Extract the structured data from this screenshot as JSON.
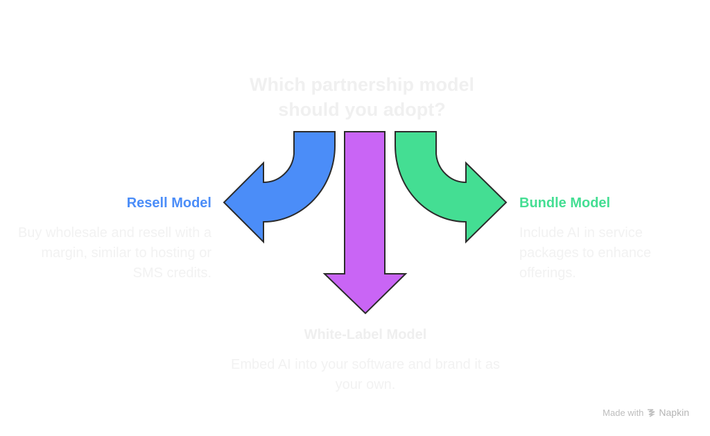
{
  "title": "Which partnership model should you adopt?",
  "options": [
    {
      "id": "resell",
      "heading": "Resell Model",
      "description": "Buy wholesale and resell with a margin, similar to hosting or SMS credits.",
      "color": "#4b8df8",
      "direction": "left"
    },
    {
      "id": "white-label",
      "heading": "White-Label Model",
      "description": "Embed AI into your software and brand it as your own.",
      "color": "#c965f5",
      "direction": "down"
    },
    {
      "id": "bundle",
      "heading": "Bundle Model",
      "description": "Include AI in service packages to enhance offerings.",
      "color": "#44de93",
      "direction": "right"
    }
  ],
  "footer": {
    "made_with": "Made with",
    "brand": "Napkin",
    "icon": "napkin-logo-icon"
  }
}
